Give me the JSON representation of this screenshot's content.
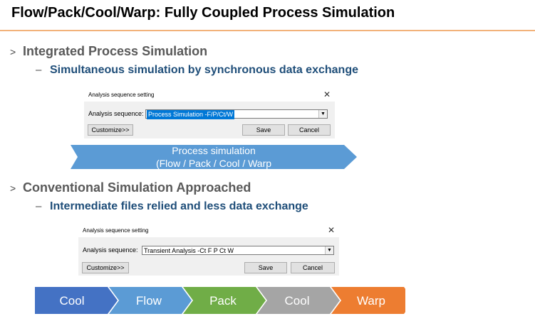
{
  "title": "Flow/Pack/Cool/Warp: Fully Coupled Process Simulation",
  "bullet_glyph": ">",
  "sub_glyph": "–",
  "sections": [
    {
      "heading": "Integrated Process Simulation",
      "subheading": "Simultaneous simulation by synchronous data exchange"
    },
    {
      "heading": "Conventional Simulation Approached",
      "subheading": "Intermediate files relied and less data exchange"
    }
  ],
  "dialogs": [
    {
      "title": "Analysis sequence setting",
      "close": "✕",
      "label": "Analysis sequence:",
      "value": "Process Simulation -F/P/Ct/W",
      "arrow": "▼",
      "customize": "Customize>>",
      "save": "Save",
      "cancel": "Cancel"
    },
    {
      "title": "Analysis sequence setting",
      "close": "✕",
      "label": "Analysis sequence:",
      "value": "Transient Analysis -Ct F P Ct W",
      "arrow": "▼",
      "customize": "Customize>>",
      "save": "Save",
      "cancel": "Cancel"
    }
  ],
  "process_arrow": {
    "line1": "Process simulation",
    "line2": "(Flow / Pack / Cool / Warp",
    "color": "#5b9bd5"
  },
  "steps": [
    {
      "label": "Cool",
      "color": "#4472c4"
    },
    {
      "label": "Flow",
      "color": "#5b9bd5"
    },
    {
      "label": "Pack",
      "color": "#70ad47"
    },
    {
      "label": "Cool",
      "color": "#a5a5a5"
    },
    {
      "label": "Warp",
      "color": "#ed7d31"
    }
  ]
}
